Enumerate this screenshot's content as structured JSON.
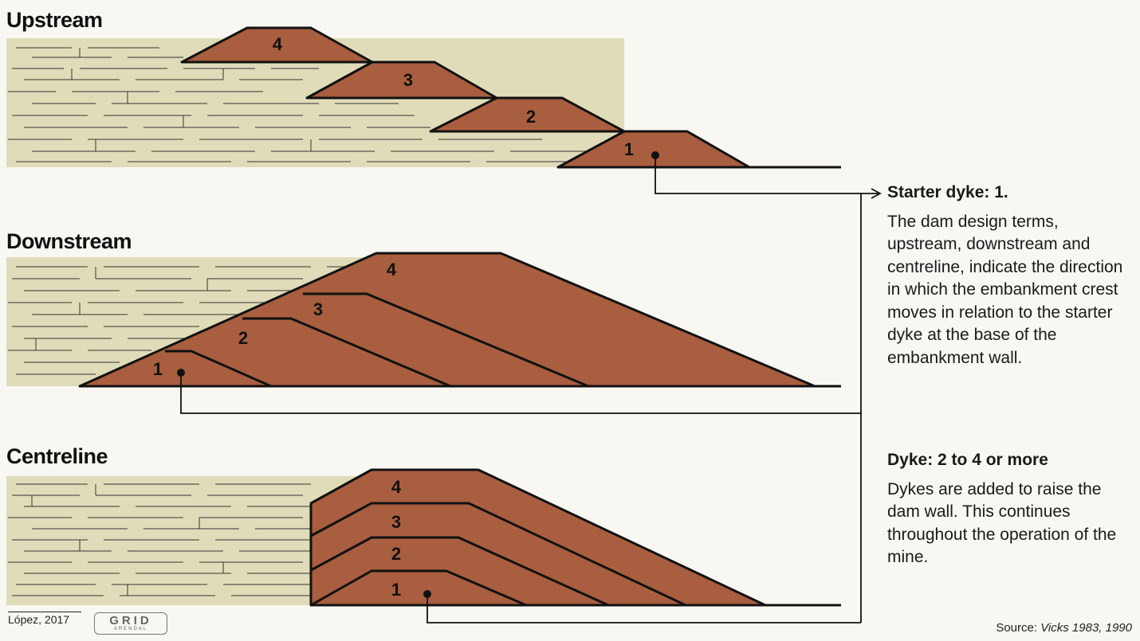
{
  "sections": {
    "upstream": {
      "title": "Upstream",
      "dykes": [
        "1",
        "2",
        "3",
        "4"
      ]
    },
    "downstream": {
      "title": "Downstream",
      "dykes": [
        "1",
        "2",
        "3",
        "4"
      ]
    },
    "centreline": {
      "title": "Centreline",
      "dykes": [
        "1",
        "2",
        "3",
        "4"
      ]
    }
  },
  "info": {
    "starter": {
      "heading": "Starter dyke: 1.",
      "body": "The dam design terms, upstream, downstream and centreline, indicate the direction in which the embankment crest moves in relation to the starter dyke at the base of the embankment wall."
    },
    "dyke": {
      "heading": "Dyke: 2 to 4 or more",
      "body": "Dykes are added to raise the dam wall. This continues throughout the operation of the mine."
    }
  },
  "credit": {
    "author": "López, 2017"
  },
  "logo": {
    "text": "GRID",
    "subtext": "ARENDAL"
  },
  "source": {
    "prefix": "Source: ",
    "refs": "Vicks 1983, 1990"
  },
  "colors": {
    "embankment": "#a85e3f",
    "tailings": "#e0dcb9",
    "background": "#f8f7f2",
    "outline": "#111111"
  }
}
